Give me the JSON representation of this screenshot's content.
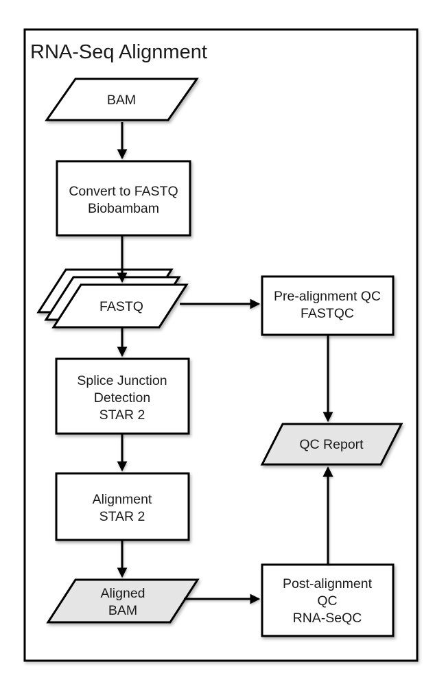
{
  "title": "RNA-Seq Alignment",
  "colors": {
    "tool_text": "#FF2D16",
    "shape_stroke": "#000000",
    "process_fill": "#FFFFFF",
    "data_output_fill": "#E5E5E5",
    "label_text": "#1A1A1A"
  },
  "nodes": {
    "bam": {
      "type": "data-parallelogram",
      "label": "BAM"
    },
    "convert_to_fastq": {
      "type": "process-box",
      "label": "Convert to FASTQ",
      "tool": "Biobambam"
    },
    "fastq": {
      "type": "stacked-data-parallelogram",
      "label": "FASTQ"
    },
    "pre_alignment_qc": {
      "type": "process-box",
      "label": "Pre-alignment QC",
      "tool": "FASTQC"
    },
    "splice_junction_detection": {
      "type": "process-box",
      "label_line1": "Splice Junction",
      "label_line2": "Detection",
      "tool": "STAR 2"
    },
    "qc_report": {
      "type": "data-parallelogram-gray",
      "label": "QC Report"
    },
    "alignment": {
      "type": "process-box",
      "label": "Alignment",
      "tool": "STAR 2"
    },
    "aligned_bam": {
      "type": "data-parallelogram-gray",
      "label_line1": "Aligned",
      "label_line2": "BAM"
    },
    "post_alignment_qc": {
      "type": "process-box",
      "label_line1": "Post-alignment",
      "label_line2": "QC",
      "tool": "RNA-SeQC"
    }
  },
  "edges": [
    {
      "from": "bam",
      "to": "convert_to_fastq"
    },
    {
      "from": "convert_to_fastq",
      "to": "fastq"
    },
    {
      "from": "fastq",
      "to": "pre_alignment_qc"
    },
    {
      "from": "fastq",
      "to": "splice_junction_detection"
    },
    {
      "from": "splice_junction_detection",
      "to": "alignment"
    },
    {
      "from": "alignment",
      "to": "aligned_bam"
    },
    {
      "from": "aligned_bam",
      "to": "post_alignment_qc"
    },
    {
      "from": "pre_alignment_qc",
      "to": "qc_report"
    },
    {
      "from": "post_alignment_qc",
      "to": "qc_report"
    }
  ]
}
